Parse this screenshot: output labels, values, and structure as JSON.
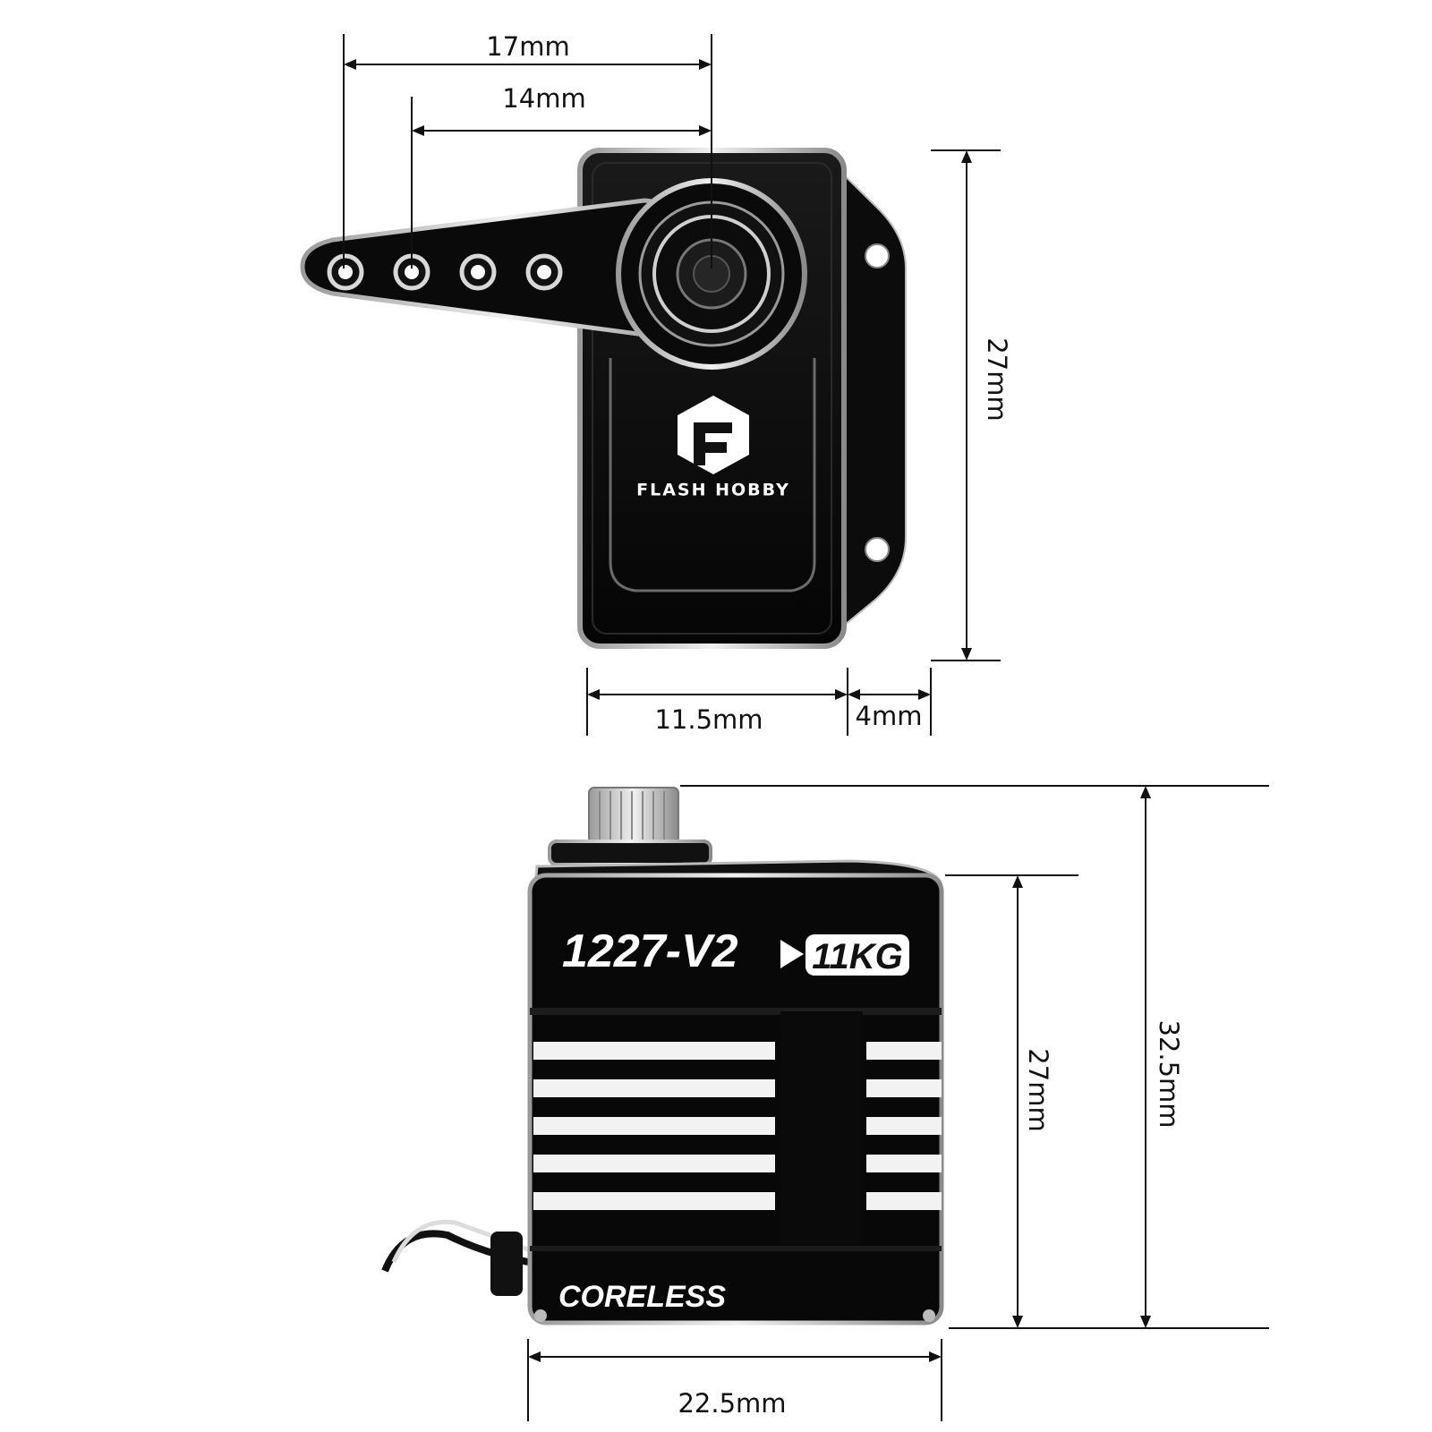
{
  "top_view": {
    "dimensions": {
      "arm_outer": "17mm",
      "arm_inner": "14mm",
      "height": "27mm",
      "body_width": "11.5mm",
      "tab_width": "4mm"
    },
    "brand_name": "FLASH HOBBY"
  },
  "side_view": {
    "model": "1227-V2",
    "torque_badge": "11KG",
    "label_bottom": "CORELESS",
    "dimensions": {
      "body_height": "27mm",
      "total_height": "32.5mm",
      "width": "22.5mm"
    }
  },
  "colors": {
    "body": "#0b0b0b",
    "edge": "#cfcfcf",
    "accent": "#ffffff"
  }
}
